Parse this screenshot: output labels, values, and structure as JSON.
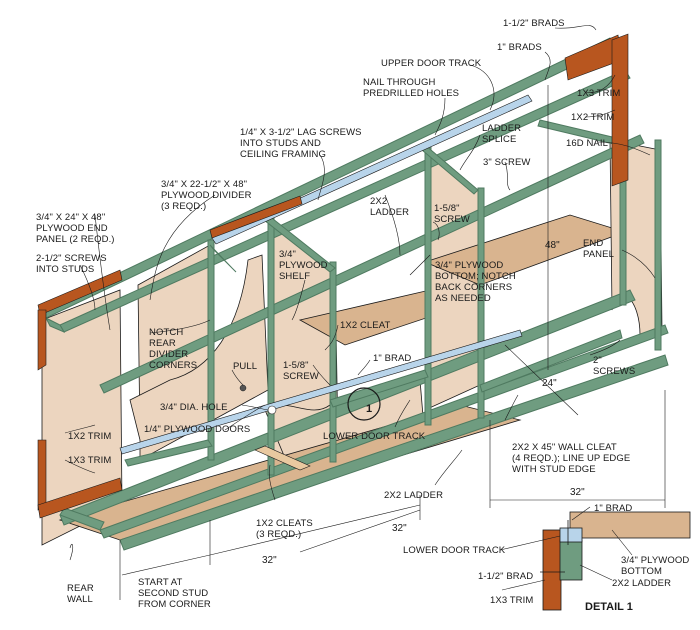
{
  "colors": {
    "frame_green": "#6f9c80",
    "frame_green_dark": "#4f7a60",
    "plywood_light": "#ecd5bf",
    "plywood_mid": "#d9b48f",
    "plywood_dark": "#c9a077",
    "trim_orange": "#b8561f",
    "track_blue": "#b8d4ea",
    "line": "#1a1a1a"
  },
  "labels": {
    "brads_1_5": "1-1/2\" BRADS",
    "brads_1": "1\" BRADS",
    "upper_door_track": "UPPER DOOR TRACK",
    "nail_through": "NAIL THROUGH\nPREDRILLED HOLES",
    "trim_1x3_top": "1x3 TRIM",
    "trim_1x2_top": "1x2 TRIM",
    "nail_16d": "16d NAIL",
    "lag_screws": "1/4\" x 3-1/2\" LAG SCREWS\nINTO STUDS AND\nCEILING FRAMING",
    "ladder_splice": "LADDER\nSPLICE",
    "screw_3": "3\" SCREW",
    "plywood_divider": "3/4\" x 22-1/2\" x 48\"\nPLYWOOD DIVIDER\n(3 REQD.)",
    "end_panel_left": "3/4\" x 24\" x 48\"\nPLYWOOD END\nPANEL (2 REQD.)",
    "ladder_2x2_top": "2x2\nLADDER",
    "screw_1_5_8_top": "1-5/8\"\nSCREW",
    "end_panel_right": "END\nPANEL",
    "screws_2_5": "2-1/2\" SCREWS\nINTO STUDS",
    "plywood_shelf": "3/4\"\nPLYWOOD\nSHELF",
    "plywood_bottom": "3/4\" PLYWOOD\nBOTTOM; NOTCH\nBACK CORNERS\nAS NEEDED",
    "notch_rear": "NOTCH\nREAR\nDIVIDER\nCORNERS",
    "cleat_1x2": "1x2 CLEAT",
    "screw_1_5_8_mid": "1-5/8\"\nSCREW",
    "pull": "PULL",
    "brad_1": "1\" BRAD",
    "hole_3_4": "3/4\" DIA. HOLE",
    "screws_2": "2\"\nSCREWS",
    "plywood_doors": "1/4\" PLYWOOD DOORS",
    "lower_door_track": "LOWER DOOR TRACK",
    "trim_1x2_left": "1x2 TRIM",
    "trim_1x3_left": "1x3 TRIM",
    "ladder_2x2_bottom": "2x2 LADDER",
    "wall_cleat": "2x2 x 45\" WALL CLEAT\n(4 REQD.); LINE UP EDGE\nWITH STUD EDGE",
    "cleats_1x2": "1x2 CLEATS\n(3 REQD.)",
    "rear_wall": "REAR\nWALL",
    "start_at": "START AT\nSECOND STUD\nFROM CORNER"
  },
  "dimensions": {
    "d48": "48\"",
    "d24": "24\"",
    "d32_right": "32\"",
    "d32_mid": "32\"",
    "d32_left": "32\""
  },
  "detail": {
    "title": "DETAIL 1",
    "brad_1": "1\" BRAD",
    "lower_door_track": "LOWER DOOR TRACK",
    "plywood_bottom": "3/4\" PLYWOOD\nBOTTOM",
    "brad_1_5": "1-1/2\" BRAD",
    "ladder_2x2": "2x2 LADDER",
    "trim_1x3": "1x3 TRIM"
  }
}
